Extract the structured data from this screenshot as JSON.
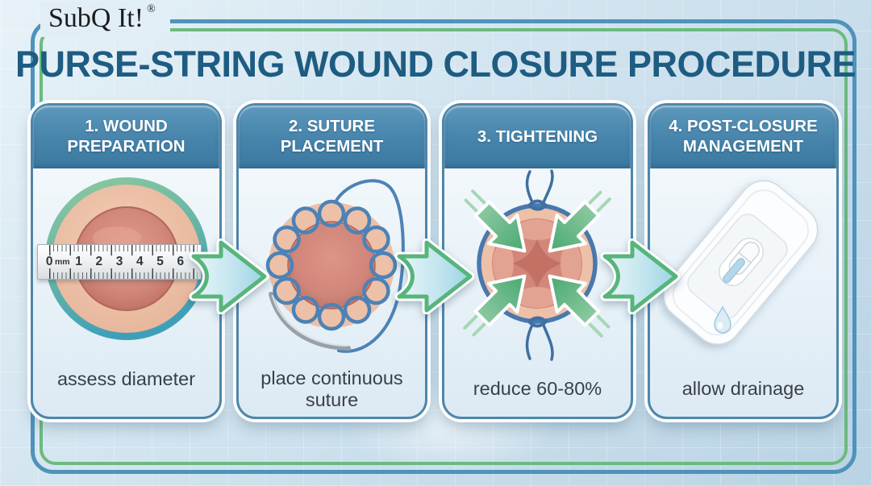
{
  "brand": {
    "name": "SubQ It!",
    "registered_mark": "®"
  },
  "title": "PURSE-STRING WOUND CLOSURE PROCEDURE",
  "steps": [
    {
      "header": "1. WOUND PREPARATION",
      "caption": "assess diameter",
      "illustration": "circular wound with measuring ruler"
    },
    {
      "header": "2. SUTURE PLACEMENT",
      "caption": "place continuous suture",
      "illustration": "wound ringed by continuous suture loops with curved needle and thread"
    },
    {
      "header": "3. TIGHTENING",
      "caption": "reduce 60-80%",
      "illustration": "cinched purse-string suture with four green arrows pointing inward"
    },
    {
      "header": "4. POST-CLOSURE MANAGEMENT",
      "caption": "allow drainage",
      "illustration": "adhesive dressing with drainage port and fluid drop"
    }
  ],
  "ruler_marks": [
    "0",
    "mm",
    "1",
    "2",
    "3",
    "4",
    "5",
    "6"
  ],
  "colors": {
    "title_text": "#1e5c82",
    "card_header_top": "#5d98bc",
    "card_header_bottom": "#3b79a0",
    "frame_outer_blue": "#4f93ba",
    "frame_inner_green": "#6cba7f",
    "arrow_green": "#57b57b",
    "suture_blue": "#4d82b6",
    "skin_tone": "#edc0a8",
    "wound_red": "#d08174",
    "caption_text": "#3a4046"
  }
}
